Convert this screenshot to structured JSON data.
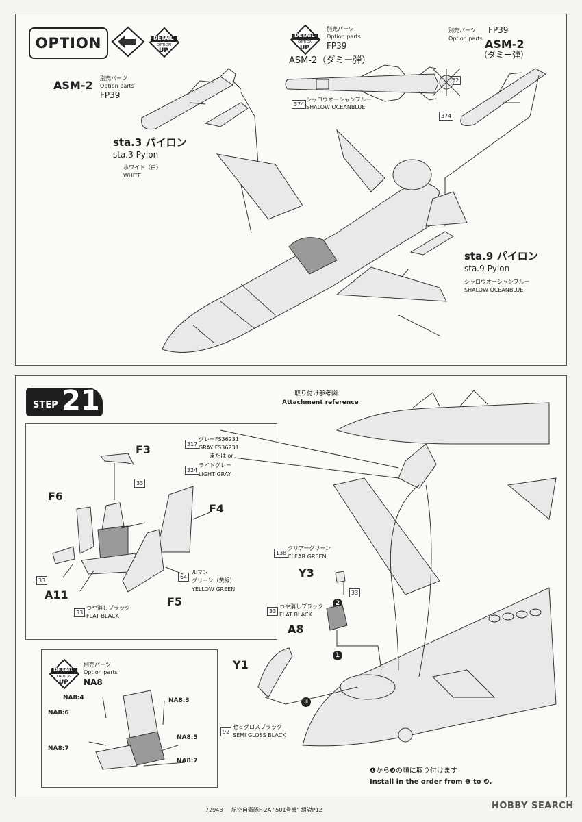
{
  "option": {
    "badge_label": "OPTION",
    "detail_badge": {
      "top": "DETAIL",
      "mid": "OPTION",
      "bottom": "UP"
    },
    "asm2_left": {
      "name": "ASM-2",
      "jp": "別売パーツ",
      "en": "Option parts",
      "code": "FP39"
    },
    "sta3": {
      "name_jp": "sta.3 パイロン",
      "name_en": "sta.3 Pylon",
      "color_jp": "ホワイト（白）",
      "color_en": "WHITE"
    },
    "center": {
      "jp": "別売パーツ",
      "en": "Option parts",
      "code": "FP39",
      "title": "ASM-2（ダミー弾）",
      "ref_num": "374",
      "color_jp": "シャロウオーシャンブルー",
      "color_en": "SHALOW OCEANBLUE",
      "ref_62": "62",
      "ref_374b": "374"
    },
    "right": {
      "jp": "別売パーツ",
      "en": "Option parts",
      "code": "FP39",
      "title": "ASM-2",
      "subtitle": "（ダミー弾）"
    },
    "sta9": {
      "name_jp": "sta.9 パイロン",
      "name_en": "sta.9 Pylon",
      "color_jp": "シャロウオーシャンブルー",
      "color_en": "SHALOW OCEANBLUE"
    }
  },
  "step21": {
    "step_word": "STEP",
    "step_number": "21",
    "attach": {
      "jp": "取り付け参考図",
      "en": "Attachment reference"
    },
    "parts": {
      "f3": "F3",
      "f6": "F6",
      "f4": "F4",
      "a11": "A11",
      "f5": "F5",
      "ref33a": "33",
      "ref33b": "33",
      "ref33c": "33",
      "ref33d": "33",
      "ref33e": "33"
    },
    "gray": {
      "num": "317",
      "jp": "グレーFS36231",
      "en": "GRAY FS36231",
      "or": "または or",
      "jp2": "ライトグレー",
      "en2": "LIGHT GRAY",
      "num2": "324"
    },
    "yellow_green": {
      "num": "64",
      "jp": "ルマン",
      "jp2": "グリーン（黄緑）",
      "en": "YELLOW GREEN"
    },
    "flat_black": {
      "jp": "つや消しブラック",
      "en": "FLAT BLACK"
    },
    "option_box": {
      "jp": "別売パーツ",
      "en": "Option parts",
      "code": "NA8",
      "labels": [
        "NA8:4",
        "NA8:3",
        "NA8:6",
        "NA8:5",
        "NA8:7",
        "NA8:7"
      ]
    },
    "clear_green": {
      "num": "138",
      "jp": "クリアーグリーン",
      "en": "CLEAR GREEN"
    },
    "y3": "Y3",
    "a8": "A8",
    "y1": "Y1",
    "flat_black2": {
      "num": "33",
      "jp": "つや消しブラック",
      "en": "FLAT BLACK"
    },
    "semi_gloss": {
      "num": "92",
      "jp": "セミグロスブラック",
      "en": "SEMI GLOSS BLACK"
    },
    "order": {
      "jp": "❶から❸の順に取り付けます",
      "en": "Install in the order from ❶ to ❸."
    },
    "steps": [
      "1",
      "2",
      "3"
    ]
  },
  "footer": {
    "code": "72948",
    "title": "航空自衛隊F-2A \"501号機\" 組説P12",
    "watermark": "HOBBY SEARCH"
  }
}
